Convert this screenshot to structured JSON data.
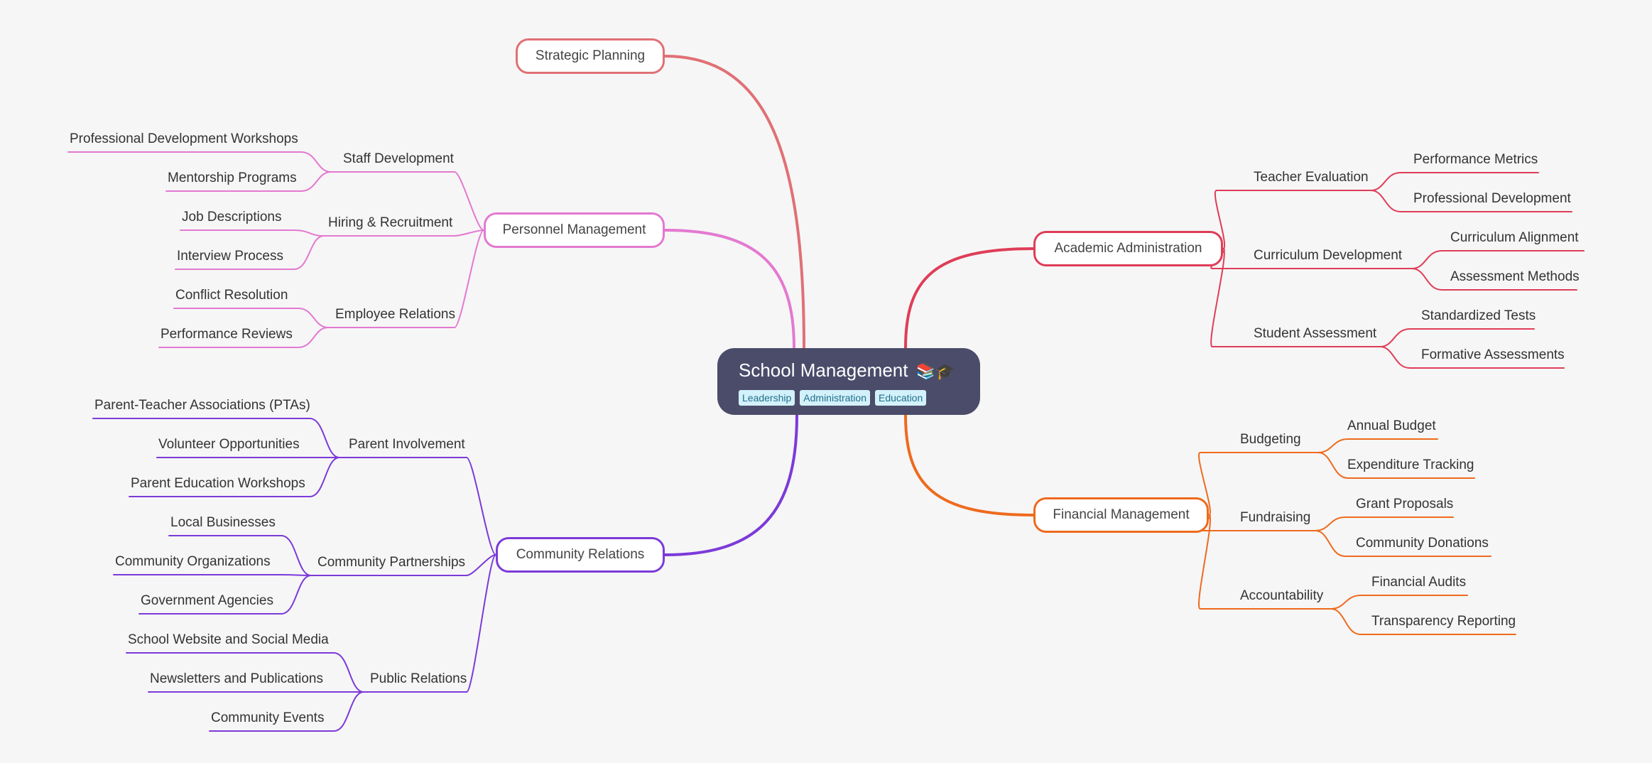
{
  "root": {
    "title": "School Management",
    "icons": [
      "books-icon",
      "graduation-cap-icon"
    ],
    "tags": [
      "Leadership",
      "Administration",
      "Education"
    ]
  },
  "branches": [
    {
      "label": "Strategic Planning",
      "color": "#e07075",
      "children": []
    },
    {
      "label": "Personnel Management",
      "color": "#e379d1",
      "children": [
        {
          "label": "Staff Development",
          "leaves": [
            "Professional Development Workshops",
            "Mentorship Programs"
          ]
        },
        {
          "label": "Hiring & Recruitment",
          "leaves": [
            "Job Descriptions",
            "Interview Process"
          ]
        },
        {
          "label": "Employee Relations",
          "leaves": [
            "Conflict Resolution",
            "Performance Reviews"
          ]
        }
      ]
    },
    {
      "label": "Community Relations",
      "color": "#7c3ad9",
      "children": [
        {
          "label": "Parent Involvement",
          "leaves": [
            "Parent-Teacher Associations (PTAs)",
            "Volunteer Opportunities",
            "Parent Education Workshops"
          ]
        },
        {
          "label": "Community Partnerships",
          "leaves": [
            "Local Businesses",
            "Community Organizations",
            "Government Agencies"
          ]
        },
        {
          "label": "Public Relations",
          "leaves": [
            "School Website and Social Media",
            "Newsletters and Publications",
            "Community Events"
          ]
        }
      ]
    },
    {
      "label": "Academic Administration",
      "color": "#df3d58",
      "children": [
        {
          "label": "Teacher Evaluation",
          "leaves": [
            "Performance Metrics",
            "Professional Development"
          ]
        },
        {
          "label": "Curriculum Development",
          "leaves": [
            "Curriculum Alignment",
            "Assessment Methods"
          ]
        },
        {
          "label": "Student Assessment",
          "leaves": [
            "Standardized Tests",
            "Formative Assessments"
          ]
        }
      ]
    },
    {
      "label": "Financial Management",
      "color": "#ee6a1d",
      "children": [
        {
          "label": "Budgeting",
          "leaves": [
            "Annual Budget",
            "Expenditure Tracking"
          ]
        },
        {
          "label": "Fundraising",
          "leaves": [
            "Grant Proposals",
            "Community Donations"
          ]
        },
        {
          "label": "Accountability",
          "leaves": [
            "Financial Audits",
            "Transparency Reporting"
          ]
        }
      ]
    }
  ]
}
